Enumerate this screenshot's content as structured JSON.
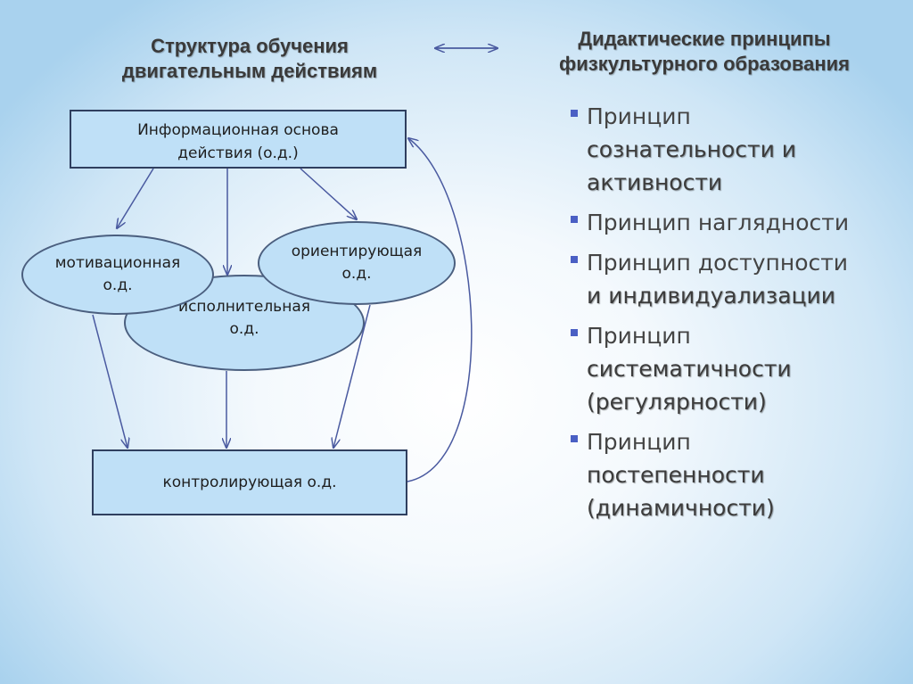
{
  "title_left": {
    "line1": "Структура обучения",
    "line2": "двигательным  действиям"
  },
  "title_right": {
    "line1": "Дидактические принципы",
    "line2": "физкультурного образования"
  },
  "nodes": {
    "info": {
      "line1": "Информационная основа",
      "line2": "действия (о.д.)"
    },
    "motivational": {
      "line1": "мотивационная",
      "line2": "о.д."
    },
    "executive": {
      "line1": "исполнительная",
      "line2": "о.д."
    },
    "orienting": {
      "line1": "ориентирующая",
      "line2": "о.д."
    },
    "control": {
      "label": "контролирующая о.д."
    }
  },
  "principles": [
    {
      "lines": [
        "Принцип",
        "сознательности и",
        "активности"
      ]
    },
    {
      "lines": [
        "Принцип наглядности"
      ]
    },
    {
      "lines": [
        "Принцип доступности",
        "и индивидуализации"
      ]
    },
    {
      "lines": [
        "Принцип",
        "систематичности",
        "(регулярности)"
      ]
    },
    {
      "lines": [
        "Принцип",
        "постепенности",
        "(динамичности)"
      ]
    }
  ],
  "colors": {
    "box_fill": "#bfe0f7",
    "arrow": "#4a5aa0",
    "bullet": "#4a5fc4"
  }
}
